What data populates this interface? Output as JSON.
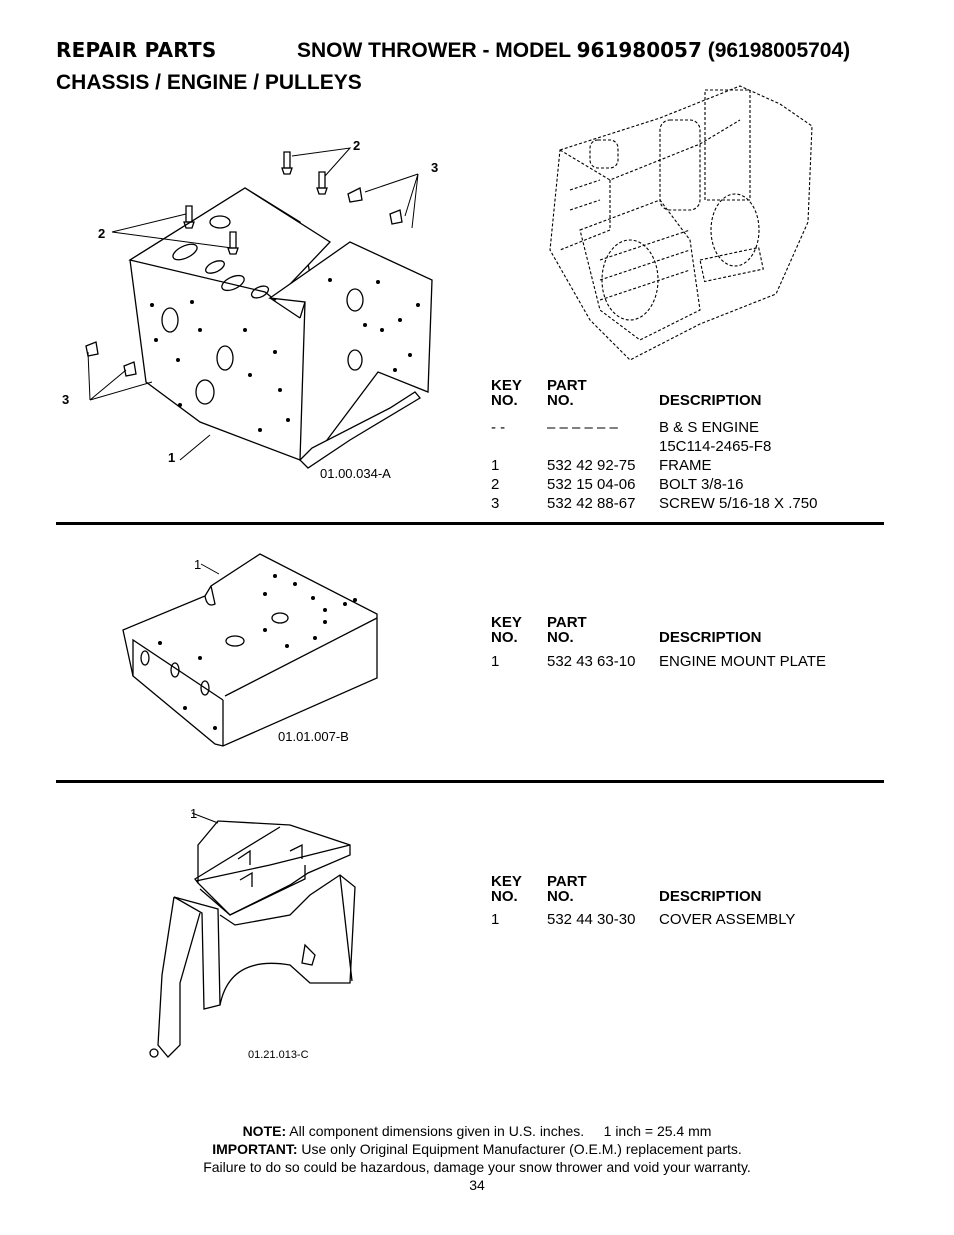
{
  "header": {
    "repair_parts": "REPAIR PARTS",
    "model_label": "SNOW THROWER - MODEL",
    "model_number": "961980057",
    "model_alt": "(96198005704)",
    "subtitle": "CHASSIS / ENGINE / PULLEYS"
  },
  "column_headers": {
    "key": "KEY",
    "key_no": "NO.",
    "part": "PART",
    "part_no": "NO.",
    "description": "DESCRIPTION"
  },
  "sections": [
    {
      "figure_code": "01.00.034-A",
      "callouts": [
        "2",
        "3",
        "2",
        "3",
        "1"
      ],
      "parts": [
        {
          "key": "- -",
          "part": "– – – – – –",
          "description": "B & S ENGINE"
        },
        {
          "key": "",
          "part": "",
          "description": "15C114-2465-F8"
        },
        {
          "key": "1",
          "part": "532 42 92-75",
          "description": "FRAME"
        },
        {
          "key": "2",
          "part": "532 15 04-06",
          "description": "BOLT 3/8-16"
        },
        {
          "key": "3",
          "part": "532 42 88-67",
          "description": "SCREW 5/16-18 X .750"
        }
      ]
    },
    {
      "figure_code": "01.01.007-B",
      "callouts": [
        "1"
      ],
      "parts": [
        {
          "key": "1",
          "part": "532 43 63-10",
          "description": "ENGINE MOUNT PLATE"
        }
      ]
    },
    {
      "figure_code": "01.21.013-C",
      "callouts": [
        "1"
      ],
      "parts": [
        {
          "key": "1",
          "part": "532 44 30-30",
          "description": "COVER ASSEMBLY"
        }
      ]
    }
  ],
  "footer": {
    "note_label": "NOTE:",
    "note_text": "All component dimensions given in U.S. inches.",
    "conversion": "1 inch = 25.4 mm",
    "important_label": "IMPORTANT:",
    "important_text": "Use only Original Equipment Manufacturer (O.E.M.) replacement parts.",
    "warning_text": "Failure to do so could be hazardous, damage your snow thrower and void your warranty.",
    "page_number": "34"
  }
}
